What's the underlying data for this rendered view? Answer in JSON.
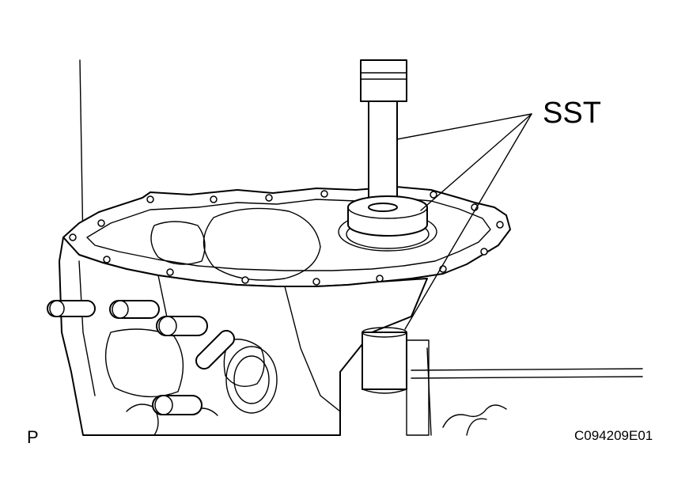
{
  "labels": {
    "tool": "SST",
    "position_marker": "P",
    "figure_code": "C094209E01"
  }
}
